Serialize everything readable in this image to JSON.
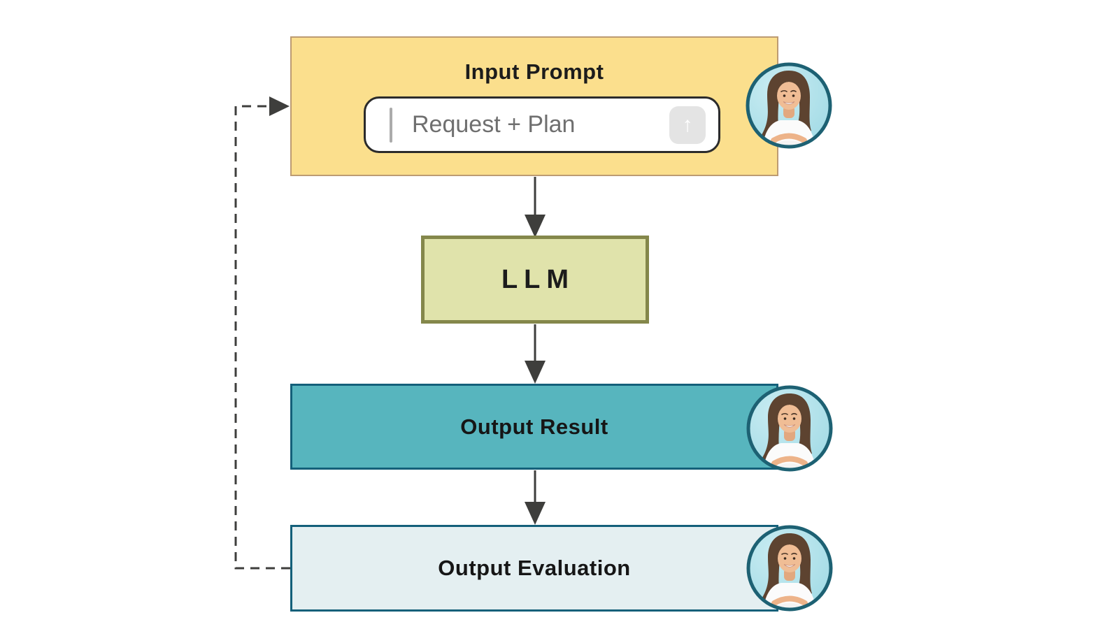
{
  "canvas_bg": "#FFFFFF",
  "text_color": "#1C1C1C",
  "nodes": {
    "input_prompt": {
      "title": "Input Prompt",
      "fill": "#FBDF8D",
      "border_color": "#BD9B72",
      "prompt_field": {
        "placeholder": "Request + Plan",
        "placeholder_color": "#6F6F6F",
        "field_bg": "#FFFFFF",
        "field_border": "#2B2B2B",
        "send_icon": "↑",
        "send_button_bg": "#E4E4E4"
      }
    },
    "llm": {
      "label": "LLM",
      "fill": "#E0E3AB",
      "border_color": "#84874B"
    },
    "output_result": {
      "label": "Output Result",
      "fill": "#57B5BE",
      "border_color": "#14607A"
    },
    "output_evaluation": {
      "label": "Output Evaluation",
      "fill": "#E4EFF1",
      "border_color": "#14607A"
    }
  },
  "avatars": {
    "icon": "woman-user-avatar",
    "count": 3,
    "ring_color": "#1D6173",
    "bg_color": "#AEE0EA"
  },
  "connectors": {
    "color": "#3E3E3C",
    "solid_flow": [
      "input-prompt to llm",
      "llm to output-result",
      "output-result to output-evaluation"
    ],
    "feedback_dashed": "output-evaluation to input-prompt"
  }
}
